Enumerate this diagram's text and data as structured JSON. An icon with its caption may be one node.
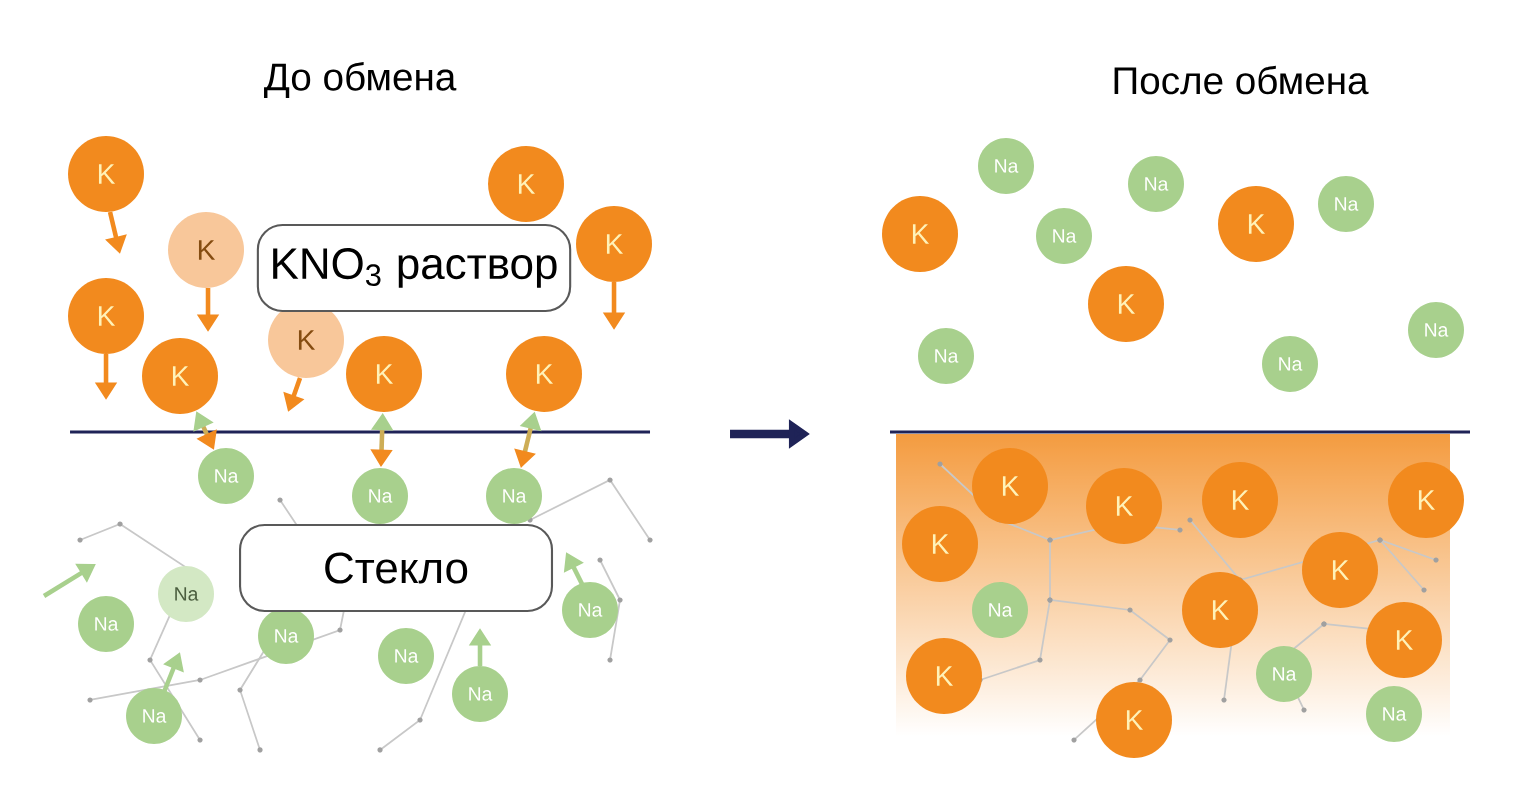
{
  "diagram": {
    "nodes": [
      {
        "text": [
          "KNO$_{3}$ раствор"
        ]
      },
      {
        "text": [
          "Стекло"
        ]
      },
      {
        "text": [
          "K"
        ]
      },
      {
        "text": [
          "K"
        ]
      },
      {
        "text": [
          "K"
        ]
      },
      {
        "text": [
          "K"
        ]
      },
      {
        "text": [
          "K"
        ]
      },
      {
        "text": [
          "K"
        ]
      },
      {
        "text": [
          "K"
        ]
      },
      {
        "text": [
          "K"
        ]
      },
      {
        "text": [
          "K"
        ]
      },
      {
        "text": [
          "Na"
        ]
      },
      {
        "text": [
          "Na"
        ]
      },
      {
        "text": [
          "Na"
        ]
      },
      {
        "text": [
          "Na"
        ]
      },
      {
        "text": [
          "Na"
        ]
      },
      {
        "text": [
          "Na"
        ]
      },
      {
        "text": [
          "Na"
        ]
      },
      {
        "text": [
          "Na"
        ]
      },
      {
        "text": [
          "Na"
        ]
      },
      {
        "text": [
          "Na"
        ]
      },
      {
        "text": [
          "Na"
        ]
      },
      {
        "text": [
          "Na"
        ]
      },
      {
        "text": [
          "Na"
        ]
      },
      {
        "text": [
          "Na"
        ]
      },
      {
        "text": [
          "Na"
        ]
      },
      {
        "text": [
          "Na"
        ]
      },
      {
        "text": [
          "Na"
        ]
      },
      {
        "text": [
          "K"
        ]
      },
      {
        "text": [
          "K"
        ]
      },
      {
        "text": [
          "K"
        ]
      },
      {
        "text": [
          "K"
        ]
      },
      {
        "text": [
          "K"
        ]
      },
      {
        "text": [
          "K"
        ]
      },
      {
        "text": [
          "K"
        ]
      },
      {
        "text": [
          "K"
        ]
      },
      {
        "text": [
          "K"
        ]
      },
      {
        "text": [
          "K"
        ]
      },
      {
        "text": [
          "K"
        ]
      },
      {
        "text": [
          "K"
        ]
      },
      {
        "text": [
          "K"
        ]
      },
      {
        "text": [
          "Na"
        ]
      },
      {
        "text": [
          "Na"
        ]
      },
      {
        "text": [
          "Na"
        ]
      }
    ],
    "edges": [
      {
        "from": 8,
        "to": 11,
        "arrow": "both"
      },
      {
        "from": 9,
        "to": 12,
        "arrow": "both"
      },
      {
        "from": 10,
        "to": 13,
        "arrow": "both"
      }
    ],
    "labels": [
      "До обмена",
      "После обмена"
    ]
  }
}
